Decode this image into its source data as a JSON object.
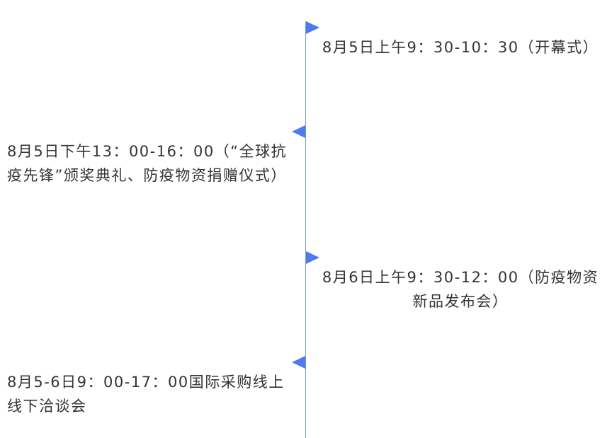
{
  "timeline": {
    "accent_color": "#4f79f0",
    "line_color": "#6f9fd8",
    "events": [
      {
        "side": "right",
        "text": "8月5日上午9：30-10：30（开幕式）"
      },
      {
        "side": "left",
        "text": "8月5日下午13：00-16：00（“全球抗疫先锋”颁奖典礼、防疫物资捐赠仪式）"
      },
      {
        "side": "right",
        "text": "8月6日上午9：30-12：00（防疫物资新品发布会）"
      },
      {
        "side": "left",
        "text": "8月5-6日9：00-17：00国际采购线上线下洽谈会"
      }
    ]
  }
}
